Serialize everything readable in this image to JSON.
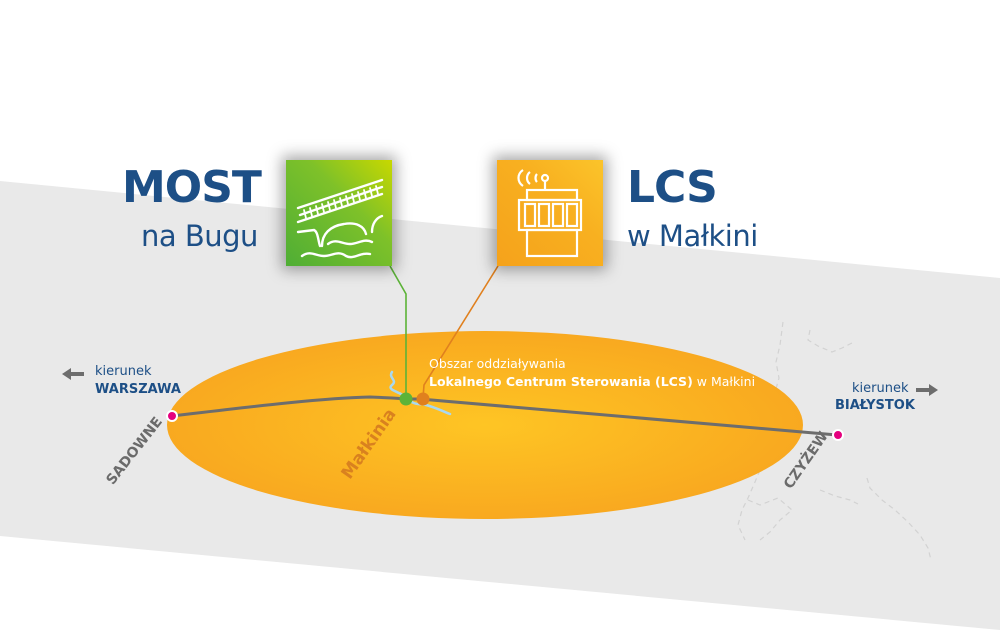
{
  "most": {
    "title": "MOST",
    "subtitle": "na Bugu",
    "icon": "bridge-over-river-icon",
    "color_from": "#4fae35",
    "color_to": "#c8d800"
  },
  "lcs": {
    "title": "LCS",
    "subtitle": "w Małkini",
    "icon": "control-tower-icon",
    "color_from": "#f5a21b",
    "color_to": "#fbc42a"
  },
  "area_label": {
    "line1": "Obszar oddziaływania",
    "line2_bold": "Lokalnego Centrum Sterowania (LCS)",
    "line2_rest": " w Małkini"
  },
  "directions": {
    "west": {
      "prefix": "kierunek",
      "city": "WARSZAWA",
      "icon": "arrow-left-icon"
    },
    "east": {
      "prefix": "kierunek",
      "city": "BIAŁYSTOK",
      "icon": "arrow-right-icon"
    }
  },
  "stations": {
    "west": "SADOWNE",
    "center": "Małkinia",
    "east": "CZYŻEW"
  },
  "colors": {
    "band": "#e9e9e9",
    "ellipse_inner": "#fec524",
    "ellipse_outer": "#f8a61f",
    "rail": "#6d6d6d",
    "station_dot": "#e5007e",
    "most_line": "#5cb338",
    "lcs_line": "#e0801e",
    "river": "#a9d8ef",
    "title": "#1d4f86"
  }
}
